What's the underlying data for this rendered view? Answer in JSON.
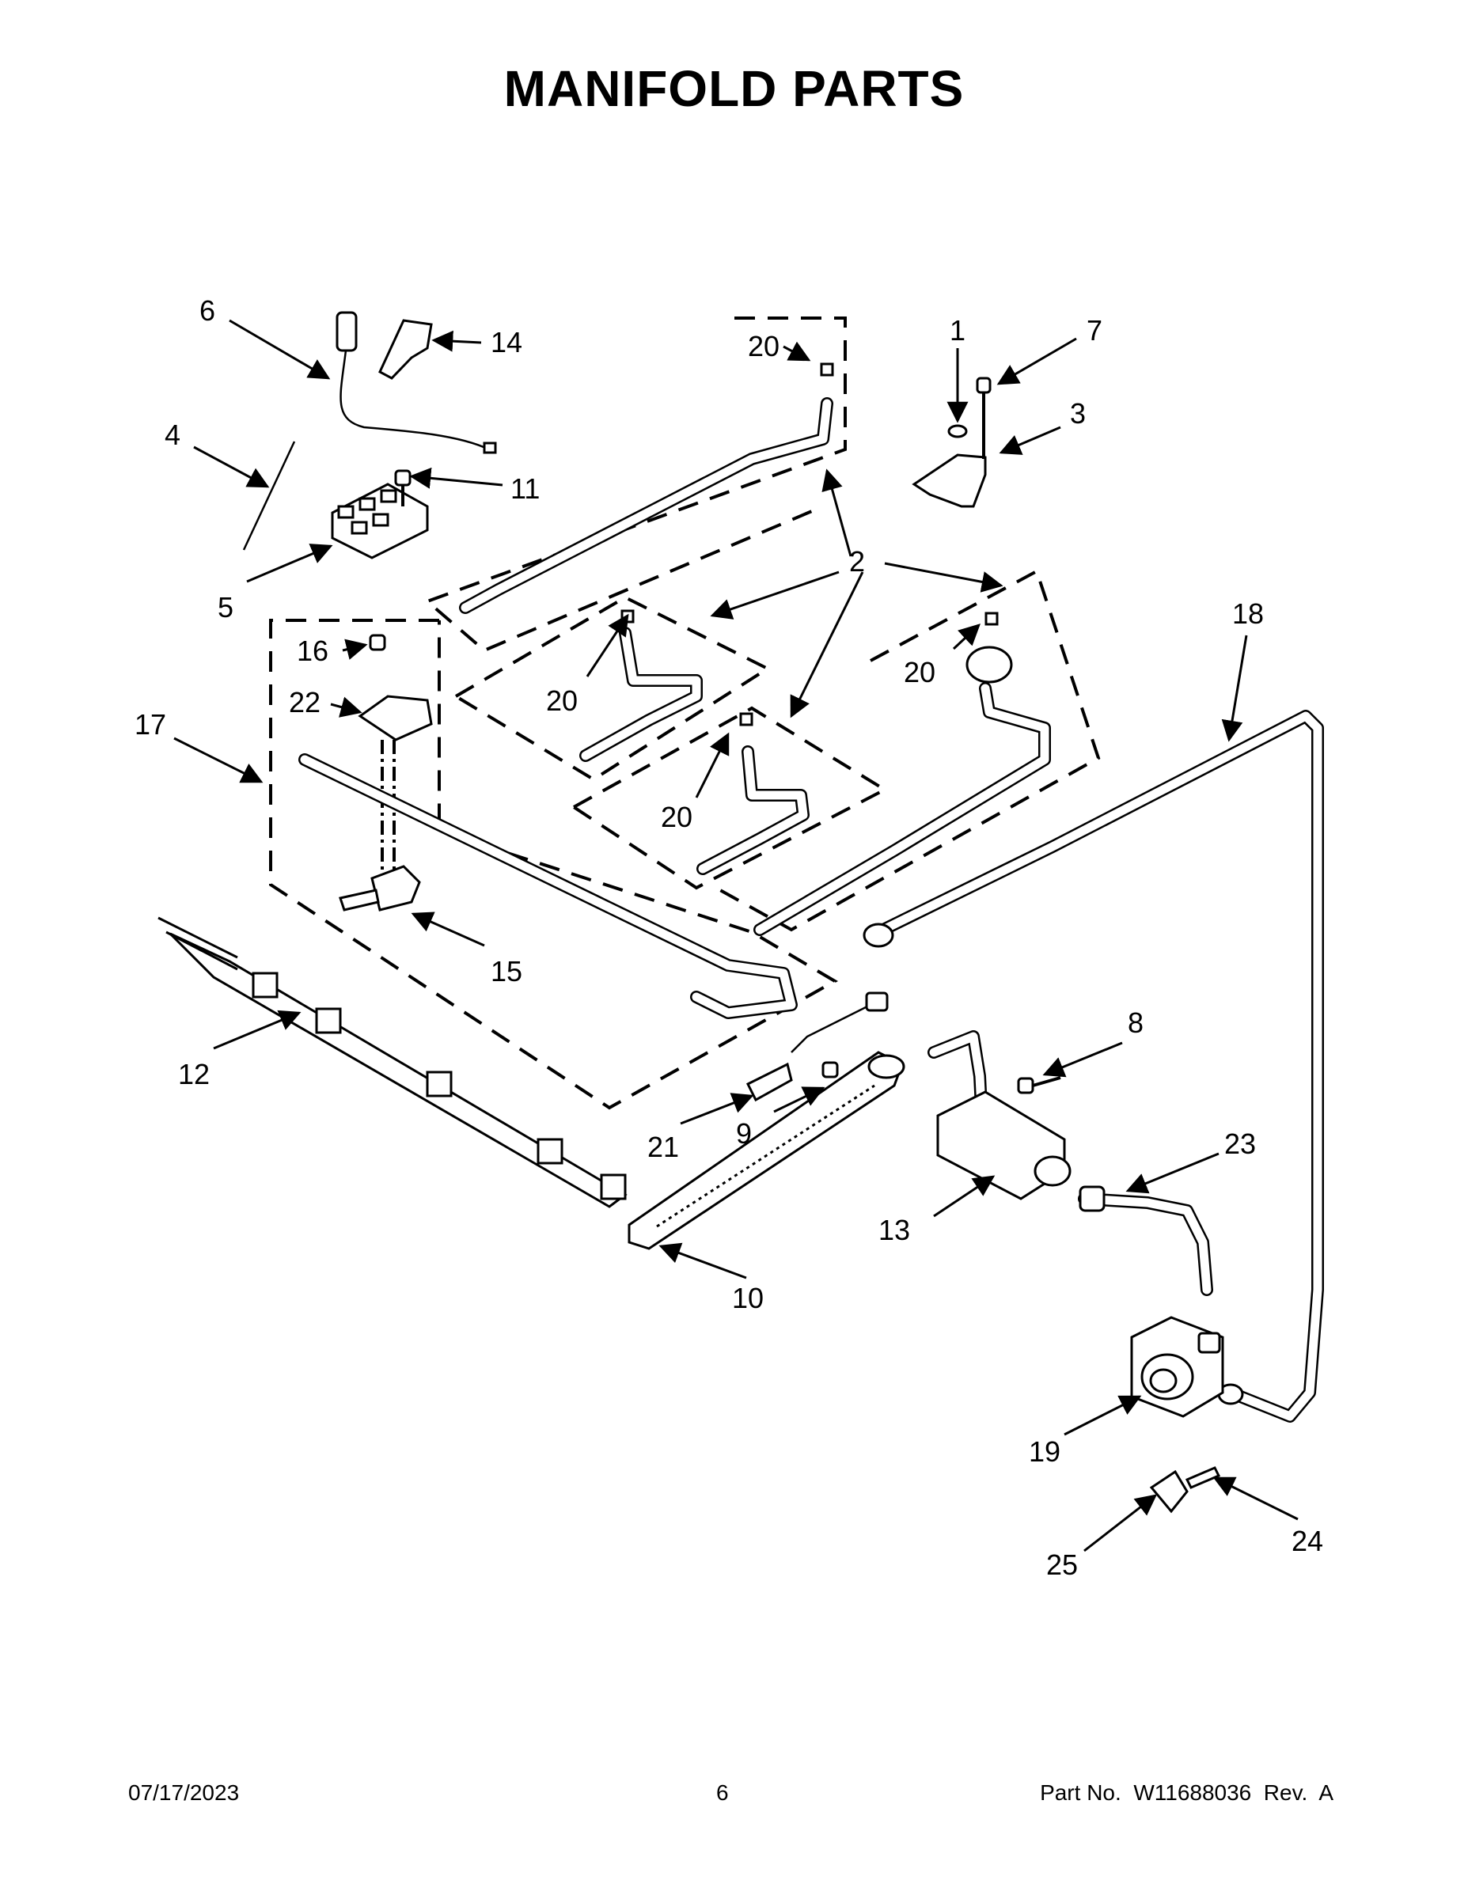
{
  "title": "MANIFOLD PARTS",
  "callouts": [
    "1",
    "2",
    "3",
    "4",
    "5",
    "6",
    "7",
    "8",
    "9",
    "10",
    "11",
    "12",
    "13",
    "14",
    "15",
    "16",
    "17",
    "18",
    "19",
    "20",
    "21",
    "22",
    "23",
    "24",
    "25"
  ],
  "footer": {
    "date": "07/17/2023",
    "page": "6",
    "part_no": "Part No.  W11688036  Rev.  A"
  }
}
